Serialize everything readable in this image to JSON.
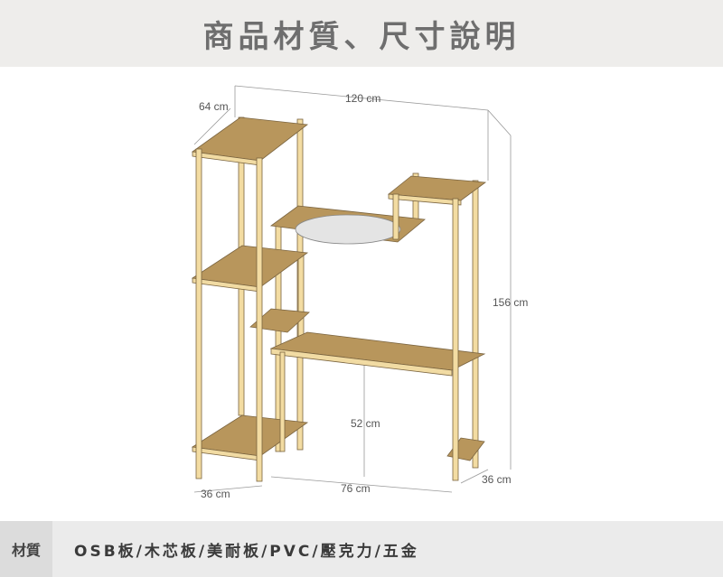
{
  "header": {
    "title": "商品材質、尺寸說明"
  },
  "dimensions": {
    "depth_top": "64 cm",
    "width_top": "120 cm",
    "height": "156 cm",
    "inner_height": "52 cm",
    "depth_bottom_left": "36 cm",
    "width_bottom": "76 cm",
    "depth_bottom_right": "36 cm"
  },
  "footer": {
    "label": "材質",
    "value": "OSB板/木芯板/美耐板/PVC/壓克力/五金"
  },
  "colors": {
    "board": "#b8965c",
    "edge": "#f1dba3",
    "post": "#f3dca2"
  }
}
